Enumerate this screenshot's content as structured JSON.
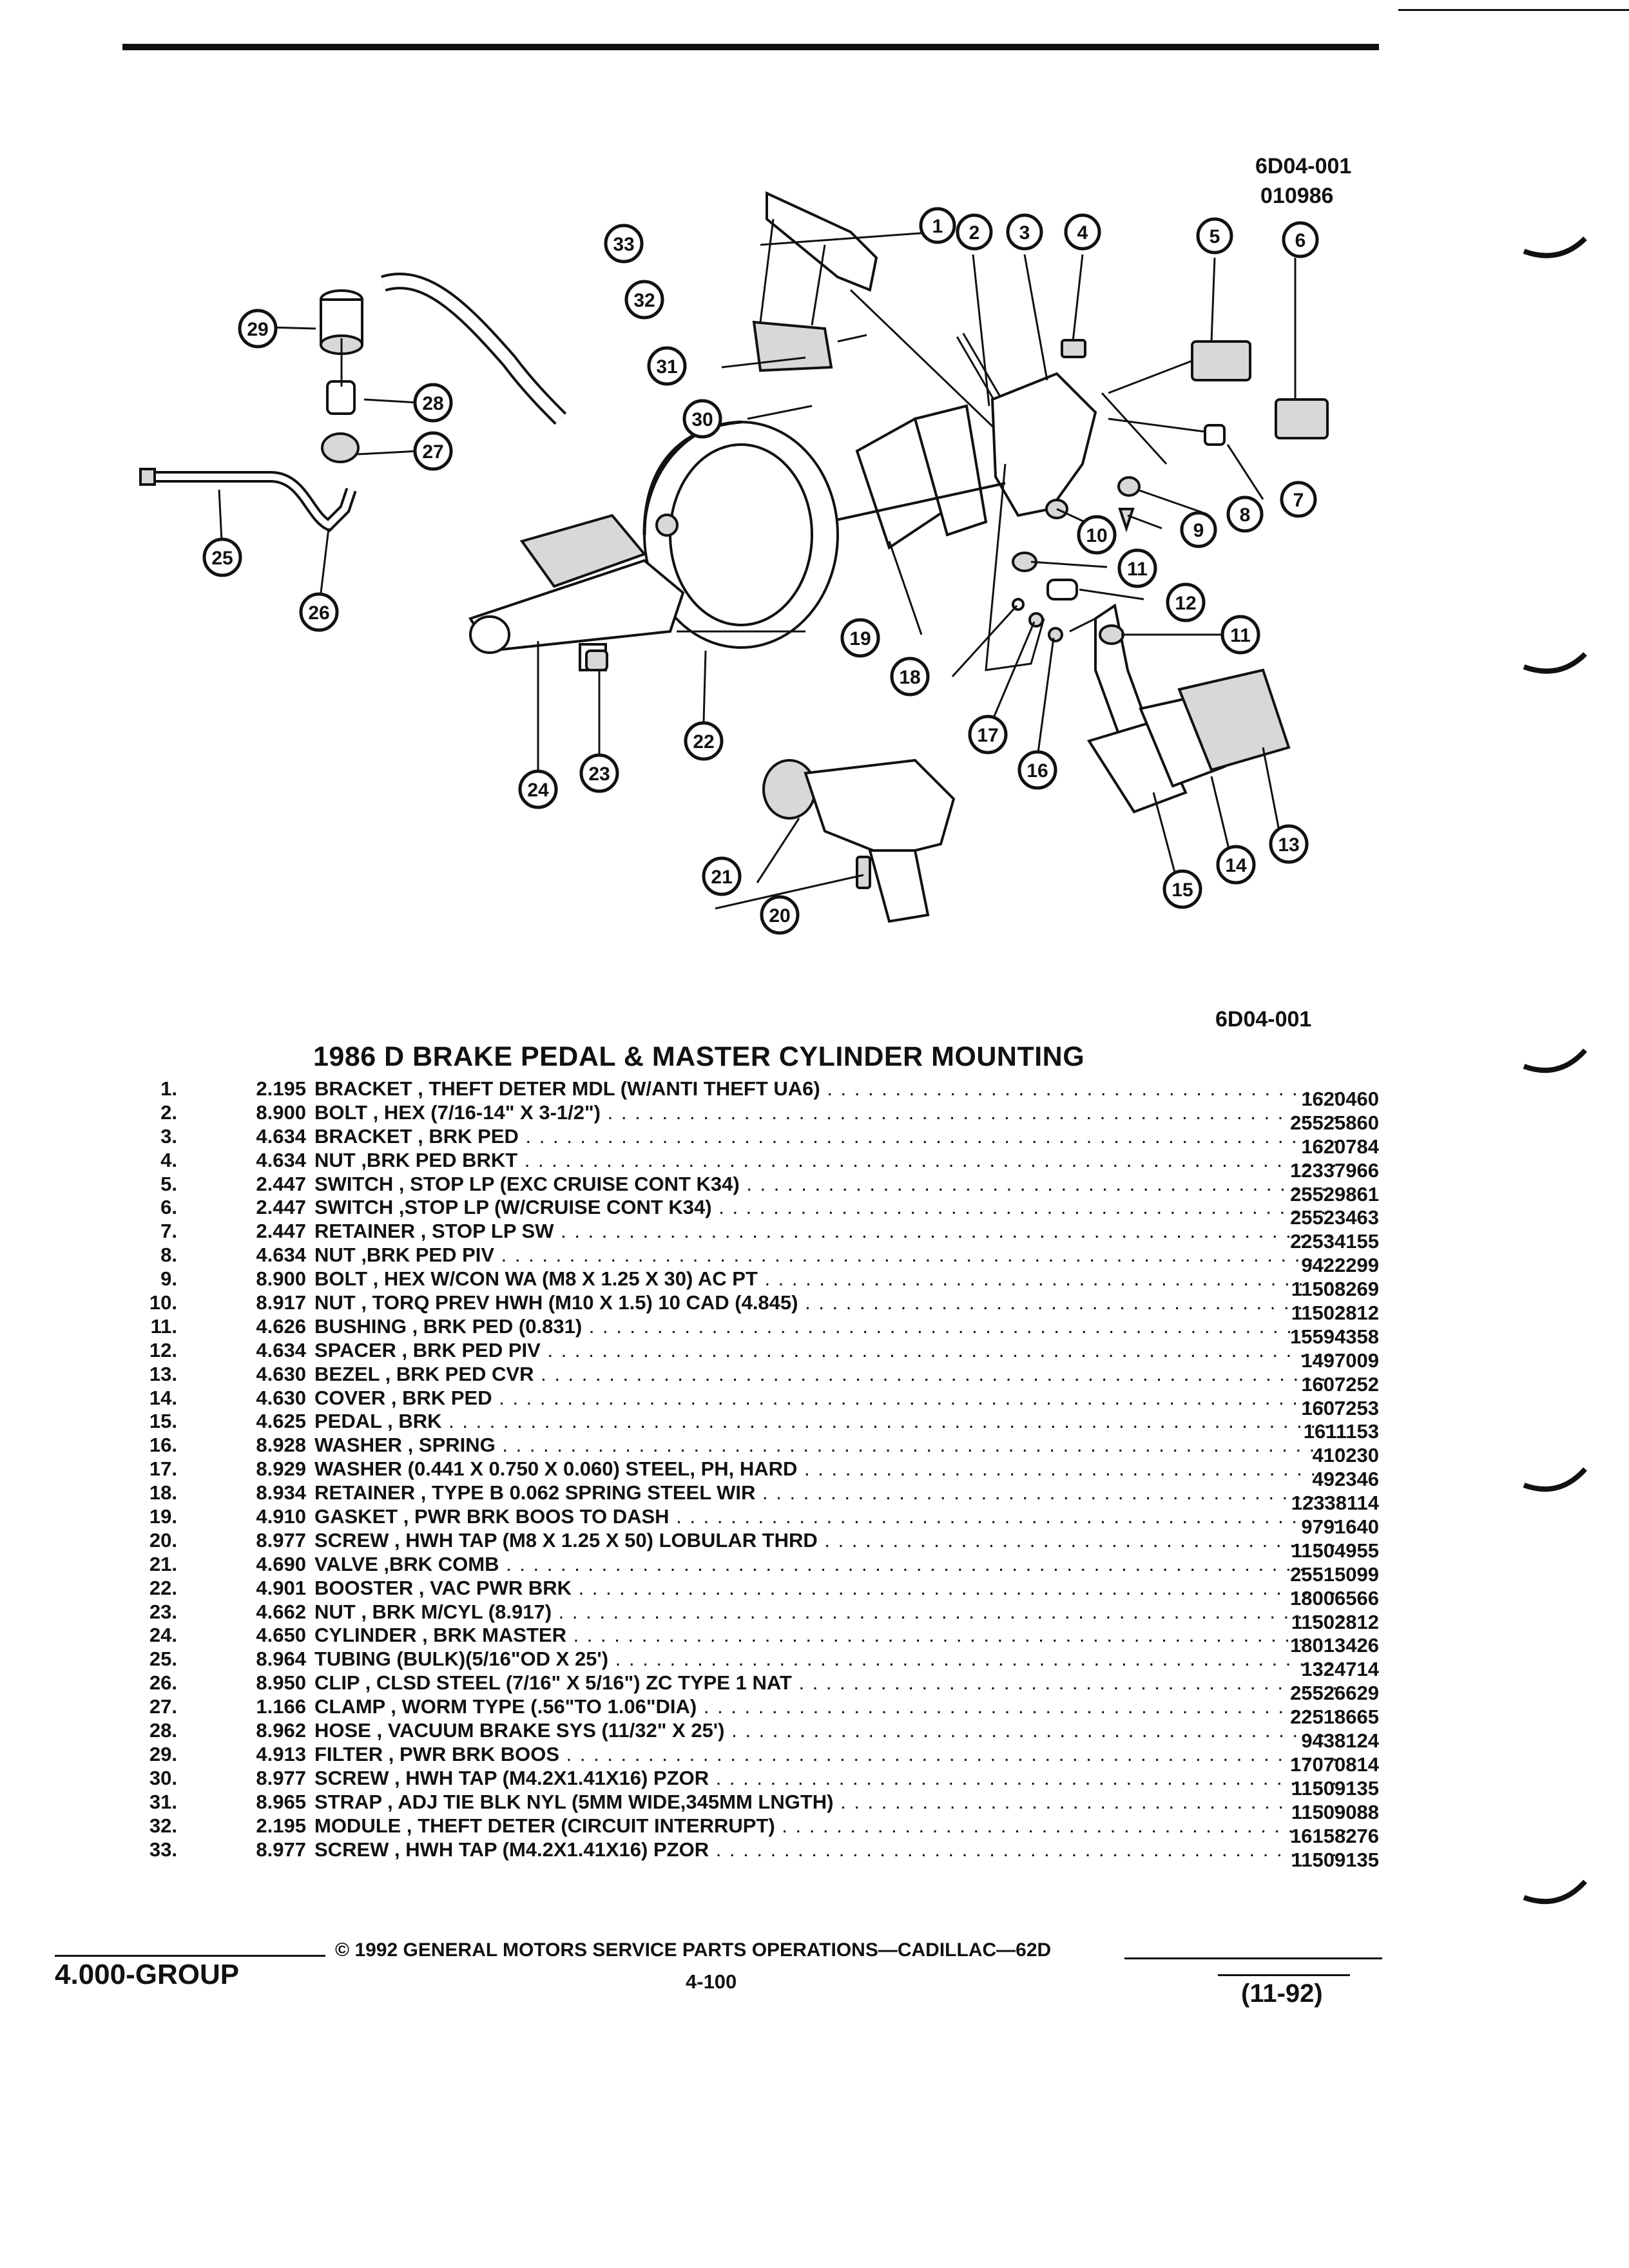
{
  "header": {
    "figure_code": "6D04-001",
    "figure_date": "010986"
  },
  "diagram": {
    "figure_code_bottom": "6D04-001",
    "callouts": [
      "1",
      "2",
      "3",
      "4",
      "5",
      "6",
      "7",
      "8",
      "9",
      "10",
      "11",
      "11",
      "12",
      "13",
      "14",
      "15",
      "16",
      "17",
      "18",
      "19",
      "20",
      "21",
      "22",
      "23",
      "24",
      "25",
      "26",
      "27",
      "28",
      "29",
      "30",
      "31",
      "32",
      "33"
    ]
  },
  "title": "1986 D BRAKE PEDAL & MASTER CYLINDER MOUNTING",
  "parts": [
    {
      "num": "1.",
      "group": "2.195",
      "desc": "BRACKET , THEFT DETER MDL (W/ANTI THEFT UA6)",
      "part": "1620460"
    },
    {
      "num": "2.",
      "group": "8.900",
      "desc": "BOLT , HEX (7/16-14\" X 3-1/2\")",
      "part": "25525860"
    },
    {
      "num": "3.",
      "group": "4.634",
      "desc": "BRACKET , BRK PED",
      "part": "1620784"
    },
    {
      "num": "4.",
      "group": "4.634",
      "desc": "NUT ,BRK PED BRKT",
      "part": "12337966"
    },
    {
      "num": "5.",
      "group": "2.447",
      "desc": "SWITCH , STOP LP (EXC CRUISE CONT K34)",
      "part": "25529861"
    },
    {
      "num": "6.",
      "group": "2.447",
      "desc": "SWITCH ,STOP LP (W/CRUISE CONT K34)",
      "part": "25523463"
    },
    {
      "num": "7.",
      "group": "2.447",
      "desc": "RETAINER , STOP LP SW",
      "part": "22534155"
    },
    {
      "num": "8.",
      "group": "4.634",
      "desc": "NUT ,BRK PED PIV",
      "part": "9422299"
    },
    {
      "num": "9.",
      "group": "8.900",
      "desc": "BOLT , HEX W/CON WA (M8 X 1.25 X 30) AC PT",
      "part": "11508269"
    },
    {
      "num": "10.",
      "group": "8.917",
      "desc": "NUT , TORQ PREV HWH (M10 X 1.5) 10 CAD (4.845)",
      "part": "11502812"
    },
    {
      "num": "11.",
      "group": "4.626",
      "desc": "BUSHING , BRK PED (0.831)",
      "part": "15594358"
    },
    {
      "num": "12.",
      "group": "4.634",
      "desc": "SPACER , BRK PED PIV",
      "part": "1497009"
    },
    {
      "num": "13.",
      "group": "4.630",
      "desc": "BEZEL , BRK PED CVR",
      "part": "1607252"
    },
    {
      "num": "14.",
      "group": "4.630",
      "desc": "COVER , BRK PED",
      "part": "1607253"
    },
    {
      "num": "15.",
      "group": "4.625",
      "desc": "PEDAL , BRK",
      "part": "1611153"
    },
    {
      "num": "16.",
      "group": "8.928",
      "desc": "WASHER , SPRING",
      "part": "410230"
    },
    {
      "num": "17.",
      "group": "8.929",
      "desc": "WASHER (0.441 X 0.750 X 0.060) STEEL, PH, HARD",
      "part": "492346"
    },
    {
      "num": "18.",
      "group": "8.934",
      "desc": "RETAINER , TYPE B 0.062 SPRING STEEL WIR",
      "part": "12338114"
    },
    {
      "num": "19.",
      "group": "4.910",
      "desc": "GASKET , PWR BRK BOOS TO DASH",
      "part": "9791640"
    },
    {
      "num": "20.",
      "group": "8.977",
      "desc": "SCREW , HWH TAP (M8 X 1.25 X 50) LOBULAR THRD",
      "part": "11504955"
    },
    {
      "num": "21.",
      "group": "4.690",
      "desc": "VALVE ,BRK COMB",
      "part": "25515099"
    },
    {
      "num": "22.",
      "group": "4.901",
      "desc": "BOOSTER , VAC PWR BRK",
      "part": "18006566"
    },
    {
      "num": "23.",
      "group": "4.662",
      "desc": "NUT , BRK M/CYL (8.917)",
      "part": "11502812"
    },
    {
      "num": "24.",
      "group": "4.650",
      "desc": "CYLINDER , BRK MASTER",
      "part": "18013426"
    },
    {
      "num": "25.",
      "group": "8.964",
      "desc": "TUBING (BULK)(5/16\"OD X 25')",
      "part": "1324714"
    },
    {
      "num": "26.",
      "group": "8.950",
      "desc": "CLIP , CLSD STEEL (7/16\" X 5/16\") ZC TYPE 1 NAT",
      "part": "25526629"
    },
    {
      "num": "27.",
      "group": "1.166",
      "desc": "CLAMP , WORM TYPE (.56\"TO 1.06\"DIA)",
      "part": "22518665"
    },
    {
      "num": "28.",
      "group": "8.962",
      "desc": "HOSE , VACUUM BRAKE SYS (11/32\" X 25')",
      "part": "9438124"
    },
    {
      "num": "29.",
      "group": "4.913",
      "desc": "FILTER , PWR BRK BOOS",
      "part": "17070814"
    },
    {
      "num": "30.",
      "group": "8.977",
      "desc": "SCREW , HWH TAP (M4.2X1.41X16) PZOR",
      "part": "11509135"
    },
    {
      "num": "31.",
      "group": "8.965",
      "desc": "STRAP , ADJ TIE BLK NYL (5MM WIDE,345MM LNGTH)",
      "part": "11509088"
    },
    {
      "num": "32.",
      "group": "2.195",
      "desc": "MODULE , THEFT DETER (CIRCUIT INTERRUPT)",
      "part": "16158276"
    },
    {
      "num": "33.",
      "group": "8.977",
      "desc": "SCREW , HWH TAP (M4.2X1.41X16) PZOR",
      "part": "11509135"
    }
  ],
  "footer": {
    "group": "4.000-GROUP",
    "copyright": "© 1992 GENERAL MOTORS SERVICE PARTS OPERATIONS—CADILLAC—62D",
    "page": "4-100",
    "date": "(11-92)"
  }
}
